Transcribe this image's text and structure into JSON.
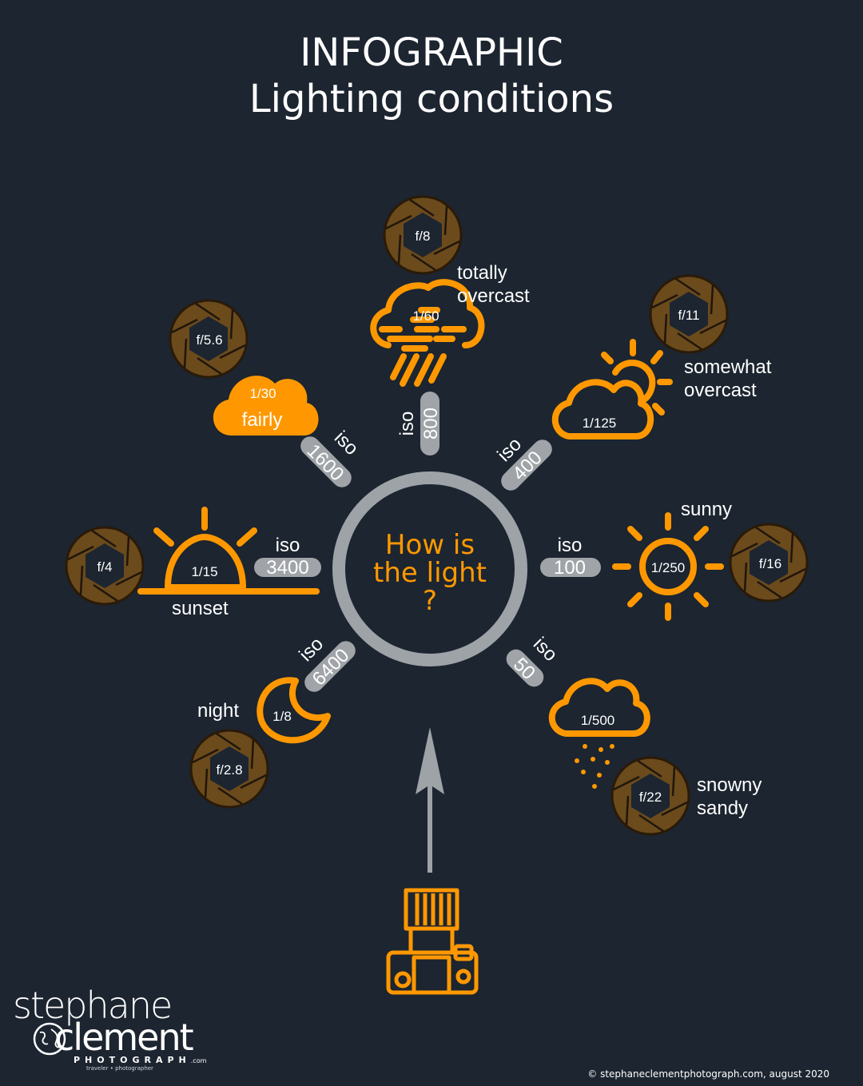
{
  "title": {
    "line1": "INFOGRAPHIC",
    "line2": "Lighting conditions"
  },
  "center": {
    "line1": "How is",
    "line2": "the light",
    "line3": "?"
  },
  "conditions": {
    "totally_overcast": {
      "name1": "totally",
      "name2": "overcast",
      "aperture": "f/8",
      "shutter": "1/60",
      "iso_label": "iso",
      "iso_value": "800"
    },
    "somewhat_overcast": {
      "name1": "somewhat",
      "name2": "overcast",
      "aperture": "f/11",
      "shutter": "1/125",
      "iso_label": "iso",
      "iso_value": "400"
    },
    "sunny": {
      "name": "sunny",
      "aperture": "f/16",
      "shutter": "1/250",
      "iso_label": "iso",
      "iso_value": "100"
    },
    "snowny_sandy": {
      "name1": "snowny",
      "name2": "sandy",
      "aperture": "f/22",
      "shutter": "1/500",
      "iso_label": "iso",
      "iso_value": "50"
    },
    "night": {
      "name": "night",
      "aperture": "f/2.8",
      "shutter": "1/8",
      "iso_label": "iso",
      "iso_value": "6400"
    },
    "sunset": {
      "name": "sunset",
      "aperture": "f/4",
      "shutter": "1/15",
      "iso_label": "iso",
      "iso_value": "3400"
    },
    "fairly": {
      "name": "fairly",
      "aperture": "f/5.6",
      "shutter": "1/30",
      "iso_label": "iso",
      "iso_value": "1600"
    }
  },
  "logo": {
    "line1": "stephane",
    "line2": "clement",
    "line3": "PHOTOGRAPH",
    "line3_suffix": ".com",
    "tagline": "traveler • photographer"
  },
  "footer": "© stephaneclementphotograph.com, august 2020",
  "colors": {
    "background": "#1c2530",
    "accent": "#ff9800",
    "ring": "#a0a4a8",
    "aperture_fill": "#6b4a1c",
    "text": "#ffffff"
  }
}
